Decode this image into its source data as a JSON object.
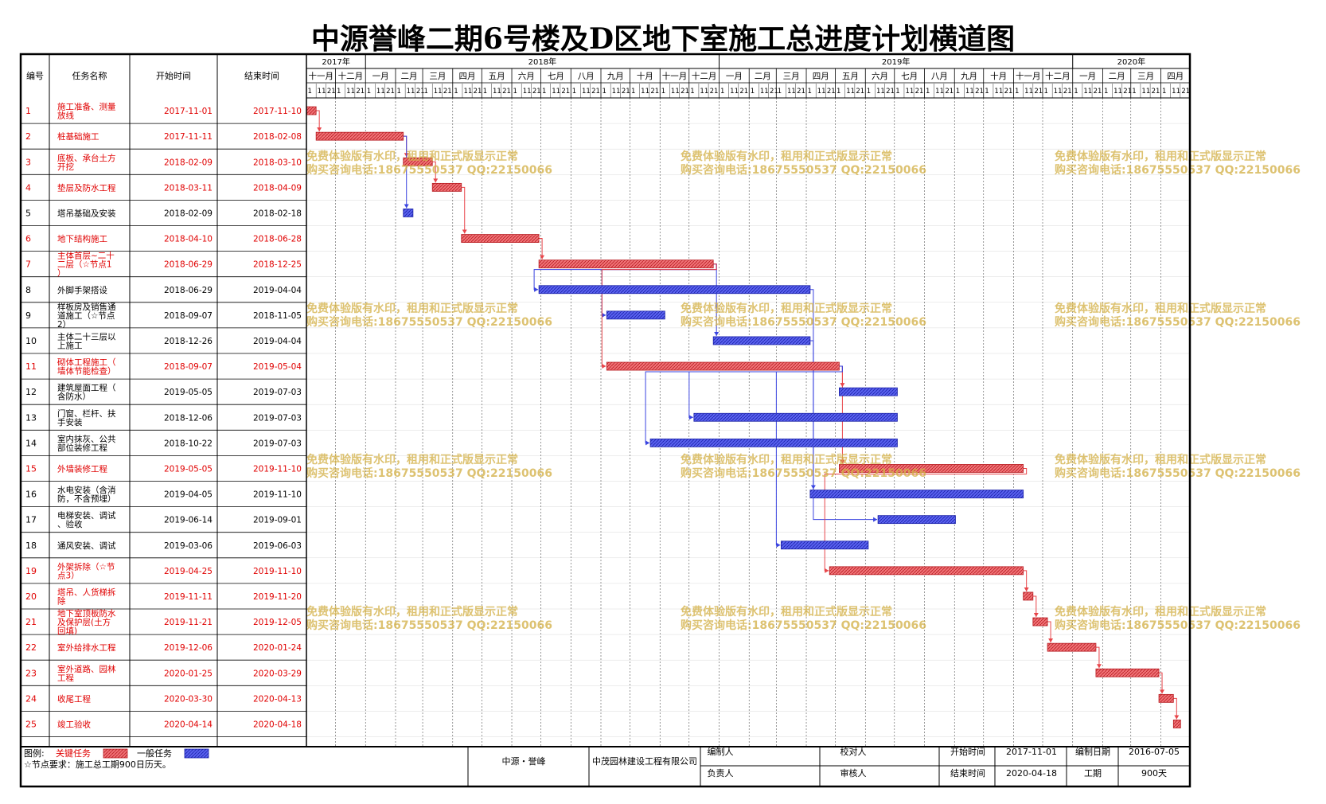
{
  "title": "中源誉峰二期6号楼及D区地下室施工总进度计划横道图",
  "colors": {
    "critical": "#e8454a",
    "normal": "#3a44e0",
    "critical_text": "#e00000",
    "normal_text": "#000000"
  },
  "headers": {
    "id": "编号",
    "name": "任务名称",
    "start": "开始时间",
    "end": "结束时间"
  },
  "timeline": {
    "years": [
      {
        "label": "2017年",
        "from": "2017-11-01",
        "to": "2018-01-01"
      },
      {
        "label": "2018年",
        "from": "2018-01-01",
        "to": "2019-01-01"
      },
      {
        "label": "2019年",
        "from": "2019-01-01",
        "to": "2020-01-01"
      },
      {
        "label": "2020年",
        "from": "2020-01-01",
        "to": "2020-05-01"
      }
    ],
    "month_labels": [
      "十一月",
      "十二月",
      "一月",
      "二月",
      "三月",
      "四月",
      "五月",
      "六月",
      "七月",
      "八月",
      "九月",
      "十月",
      "十一月",
      "十二月",
      "一月",
      "二月",
      "三月",
      "四月",
      "五月",
      "六月",
      "七月",
      "八月",
      "九月",
      "十月",
      "十一月",
      "十二月",
      "一月",
      "二月",
      "三月",
      "四月"
    ],
    "day_ticks": [
      "1",
      "11",
      "21"
    ],
    "range": [
      "2017-11-01",
      "2020-05-01"
    ]
  },
  "chart_data": {
    "type": "gantt",
    "tasks": [
      {
        "id": "1",
        "name": "施工准备、测量放线",
        "start": "2017-11-01",
        "end": "2017-11-10",
        "critical": true
      },
      {
        "id": "2",
        "name": "桩基础施工",
        "start": "2017-11-11",
        "end": "2018-02-08",
        "critical": true
      },
      {
        "id": "3",
        "name": "底板、承台土方开挖",
        "start": "2018-02-09",
        "end": "2018-03-10",
        "critical": true
      },
      {
        "id": "4",
        "name": "垫层及防水工程",
        "start": "2018-03-11",
        "end": "2018-04-09",
        "critical": true
      },
      {
        "id": "5",
        "name": "塔吊基础及安装",
        "start": "2018-02-09",
        "end": "2018-02-18",
        "critical": false
      },
      {
        "id": "6",
        "name": "地下结构施工",
        "start": "2018-04-10",
        "end": "2018-06-28",
        "critical": true
      },
      {
        "id": "7",
        "name": "主体首层~二十二层（☆节点1）",
        "start": "2018-06-29",
        "end": "2018-12-25",
        "critical": true
      },
      {
        "id": "8",
        "name": "外脚手架搭设",
        "start": "2018-06-29",
        "end": "2019-04-04",
        "critical": false
      },
      {
        "id": "9",
        "name": "样板房及销售通道施工（☆节点2）",
        "start": "2018-09-07",
        "end": "2018-11-05",
        "critical": false
      },
      {
        "id": "10",
        "name": "主体二十三层以上施工",
        "start": "2018-12-26",
        "end": "2019-04-04",
        "critical": false
      },
      {
        "id": "11",
        "name": "砌体工程施工（墙体节能检查）",
        "start": "2018-09-07",
        "end": "2019-05-04",
        "critical": true
      },
      {
        "id": "12",
        "name": "建筑屋面工程（含防水）",
        "start": "2019-05-05",
        "end": "2019-07-03",
        "critical": false
      },
      {
        "id": "13",
        "name": "门窗、栏杆、扶手安装",
        "start": "2018-12-06",
        "end": "2019-07-03",
        "critical": false
      },
      {
        "id": "14",
        "name": "室内抹灰、公共部位装修工程",
        "start": "2018-10-22",
        "end": "2019-07-03",
        "critical": false
      },
      {
        "id": "15",
        "name": "外墙装修工程",
        "start": "2019-05-05",
        "end": "2019-11-10",
        "critical": true
      },
      {
        "id": "16",
        "name": "水电安装（含消防，不含预埋）",
        "start": "2019-04-05",
        "end": "2019-11-10",
        "critical": false
      },
      {
        "id": "17",
        "name": "电梯安装、调试、验收",
        "start": "2019-06-14",
        "end": "2019-09-01",
        "critical": false
      },
      {
        "id": "18",
        "name": "通风安装、调试",
        "start": "2019-03-06",
        "end": "2019-06-03",
        "critical": false
      },
      {
        "id": "19",
        "name": "外架拆除（☆节点3）",
        "start": "2019-04-25",
        "end": "2019-11-10",
        "critical": true
      },
      {
        "id": "20",
        "name": "塔吊、人货梯拆除",
        "start": "2019-11-11",
        "end": "2019-11-20",
        "critical": true
      },
      {
        "id": "21",
        "name": "地下室顶板防水及保护层(土方回填)",
        "start": "2019-11-21",
        "end": "2019-12-05",
        "critical": true
      },
      {
        "id": "22",
        "name": "室外给排水工程",
        "start": "2019-12-06",
        "end": "2020-01-24",
        "critical": true
      },
      {
        "id": "23",
        "name": "室外道路、园林工程",
        "start": "2020-01-25",
        "end": "2020-03-29",
        "critical": true
      },
      {
        "id": "24",
        "name": "收尾工程",
        "start": "2020-03-30",
        "end": "2020-04-13",
        "critical": true
      },
      {
        "id": "25",
        "name": "竣工验收",
        "start": "2020-04-14",
        "end": "2020-04-18",
        "critical": true
      }
    ],
    "links": [
      {
        "from": "1",
        "to": "2",
        "critical": true
      },
      {
        "from": "2",
        "to": "3",
        "critical": true
      },
      {
        "from": "2",
        "to": "5",
        "critical": false
      },
      {
        "from": "3",
        "to": "4",
        "critical": true
      },
      {
        "from": "4",
        "to": "6",
        "critical": true
      },
      {
        "from": "6",
        "to": "7",
        "critical": true
      },
      {
        "from": "7",
        "to": "8",
        "critical": false
      },
      {
        "from": "7",
        "to": "9",
        "critical": false
      },
      {
        "from": "7",
        "to": "10",
        "critical": false
      },
      {
        "from": "7",
        "to": "11",
        "critical": true
      },
      {
        "from": "11",
        "to": "12",
        "critical": true
      },
      {
        "from": "11",
        "to": "13",
        "critical": false
      },
      {
        "from": "11",
        "to": "14",
        "critical": false
      },
      {
        "from": "11",
        "to": "15",
        "critical": true
      },
      {
        "from": "8",
        "to": "16",
        "critical": false
      },
      {
        "from": "10",
        "to": "17",
        "critical": false
      },
      {
        "from": "11",
        "to": "18",
        "critical": false
      },
      {
        "from": "15",
        "to": "19",
        "critical": true
      },
      {
        "from": "19",
        "to": "20",
        "critical": true
      },
      {
        "from": "20",
        "to": "21",
        "critical": true
      },
      {
        "from": "21",
        "to": "22",
        "critical": true
      },
      {
        "from": "22",
        "to": "23",
        "critical": true
      },
      {
        "from": "23",
        "to": "24",
        "critical": true
      },
      {
        "from": "24",
        "to": "25",
        "critical": true
      }
    ]
  },
  "watermark": {
    "line1": "免费体验版有水印，租用和正式版显示正常",
    "line2": "购买咨询电话:18675550537 QQ:22150066"
  },
  "legend": {
    "label": "图例:",
    "critical_label": "关键任务",
    "normal_label": "一般任务",
    "note": "☆节点要求：施工总工期900日历天。"
  },
  "footer": {
    "project": "中源・誉峰",
    "company": "中茂园林建设工程有限公司",
    "compiler_label": "编制人",
    "checker_label": "校对人",
    "manager_label": "负责人",
    "reviewer_label": "审核人",
    "start_label": "开始时间",
    "start_value": "2017-11-01",
    "end_label": "结束时间",
    "end_value": "2020-04-18",
    "date_label": "编制日期",
    "date_value": "2016-07-05",
    "duration_label": "工期",
    "duration_value": "900天"
  }
}
